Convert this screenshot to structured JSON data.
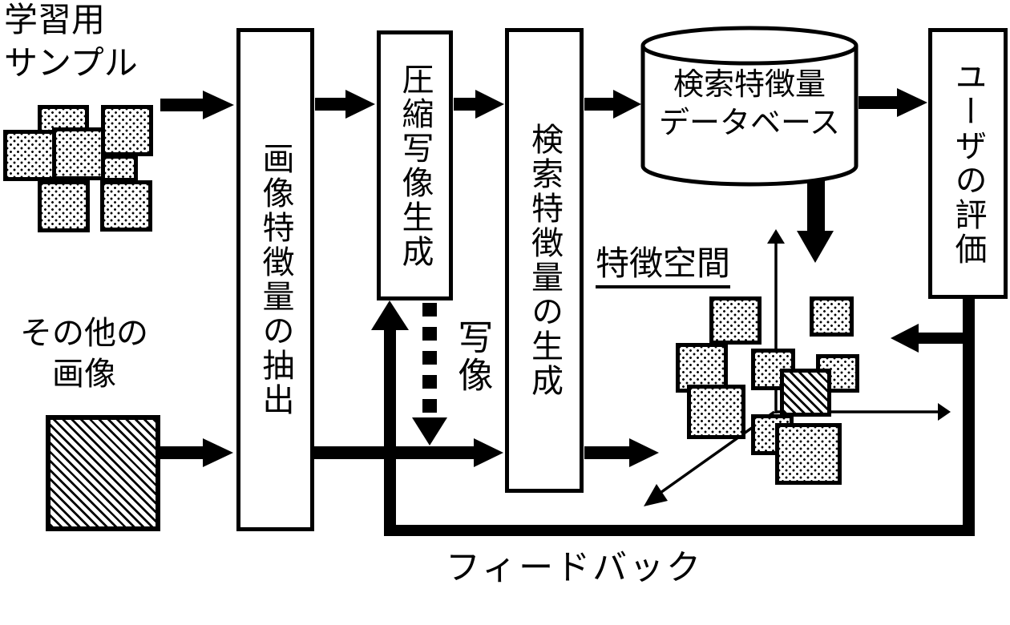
{
  "diagram": {
    "title_context": "feature-based image retrieval system with user feedback",
    "labels": {
      "training_line1": "学習用",
      "training_line2": "サンプル",
      "other_line1": "その他の",
      "other_line2": "画像",
      "mapping": "写像",
      "feature_space": "特徴空間",
      "feedback": "フィードバック"
    },
    "boxes": {
      "extraction": "画像特徴量の抽出",
      "compression": "圧縮写像生成",
      "generation": "検索特徴量の生成",
      "evaluation": "ユーザの評価"
    },
    "database": {
      "line1": "検索特徴量",
      "line2": "データベース"
    },
    "colors": {
      "ink": "#000000",
      "paper": "#ffffff"
    }
  }
}
